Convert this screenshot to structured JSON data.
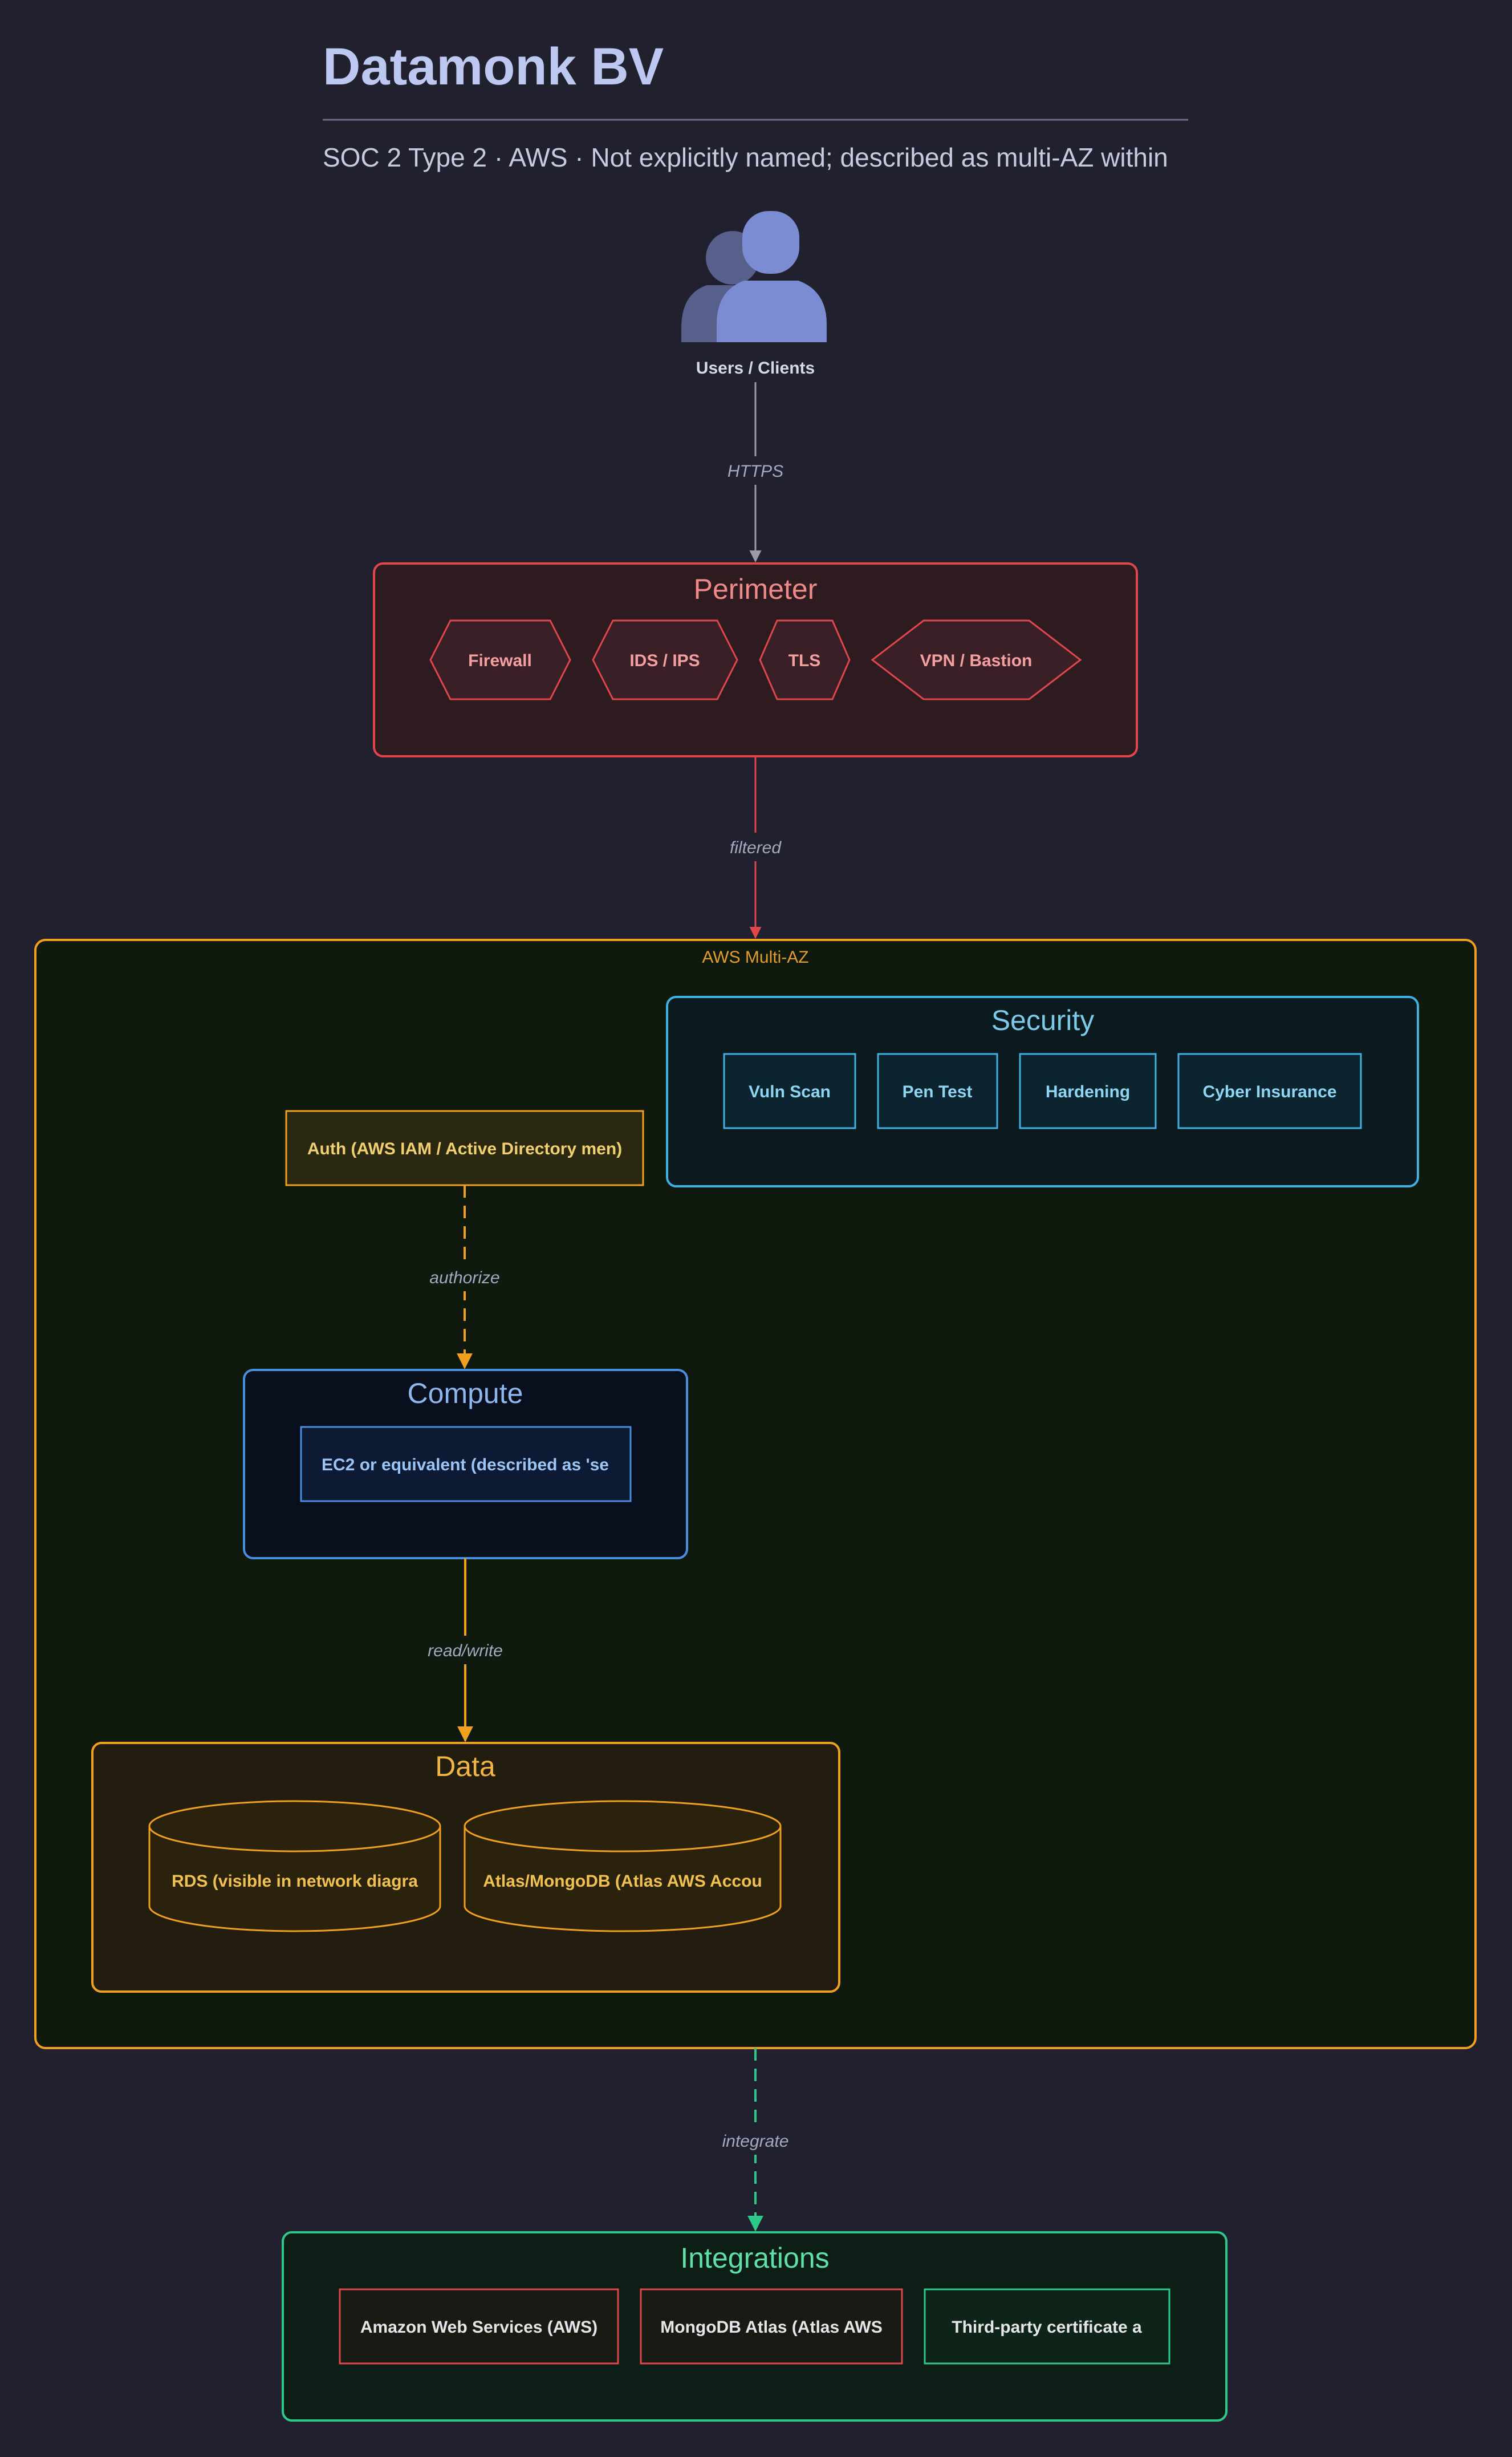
{
  "header": {
    "title": "Datamonk BV",
    "subtitle": "SOC 2 Type 2 · AWS · Not explicitly named; described as multi-AZ within"
  },
  "users": {
    "label": "Users / Clients"
  },
  "edges": {
    "https": "HTTPS",
    "filtered": "filtered",
    "authorize": "authorize",
    "read_write": "read/write",
    "integrate": "integrate"
  },
  "perimeter": {
    "title": "Perimeter",
    "items": [
      "Firewall",
      "IDS / IPS",
      "TLS",
      "VPN / Bastion"
    ]
  },
  "aws": {
    "label": "AWS Multi-AZ"
  },
  "security": {
    "title": "Security",
    "items": [
      "Vuln Scan",
      "Pen Test",
      "Hardening",
      "Cyber Insurance"
    ]
  },
  "auth": {
    "label": "Auth (AWS IAM / Active Directory men)"
  },
  "compute": {
    "title": "Compute",
    "node": "EC2 or equivalent (described as 'se"
  },
  "data_group": {
    "title": "Data",
    "stores": [
      "RDS (visible in network diagra",
      "Atlas/MongoDB (Atlas AWS Accou"
    ]
  },
  "integrations": {
    "title": "Integrations",
    "items": [
      "Amazon Web Services (AWS)",
      "MongoDB Atlas (Atlas AWS",
      "Third-party certificate a"
    ]
  },
  "colors": {
    "background": "#21202f",
    "perimeter": "#e0474c",
    "aws": "#f0a020",
    "security": "#3fb0e0",
    "compute": "#4a8ee0",
    "integrations": "#2dc98a"
  }
}
